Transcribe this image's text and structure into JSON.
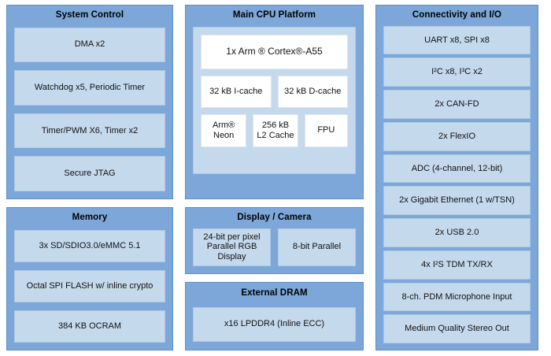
{
  "colors": {
    "panel_blue": "#7DA7D9",
    "cell_blue": "#C5D9ED",
    "cell_white": "#FFFFFF",
    "page_background": "#FFFFFF",
    "text": "#111111"
  },
  "panels": {
    "system_control": {
      "title": "System Control",
      "items": [
        "DMA x2",
        "Watchdog x5, Periodic Timer",
        "Timer/PWM X6, Timer x2",
        "Secure JTAG"
      ]
    },
    "memory": {
      "title": "Memory",
      "items": [
        "3x SD/SDIO3.0/eMMC 5.1",
        "Octal SPI FLASH w/ inline crypto",
        "384 KB OCRAM"
      ]
    },
    "main_cpu": {
      "title": "Main CPU Platform",
      "core": "1x Arm ® Cortex®-A55",
      "caches": [
        "32 kB I-cache",
        "32 kB D-cache"
      ],
      "units": [
        "Arm® Neon",
        "256 kB L2 Cache",
        "FPU"
      ]
    },
    "display_camera": {
      "title": "Display / Camera",
      "items": [
        "24-bit per pixel Parallel RGB Display",
        "8-bit Parallel"
      ]
    },
    "external_dram": {
      "title": "External DRAM",
      "items": [
        "x16 LPDDR4 (Inline ECC)"
      ]
    },
    "connectivity": {
      "title": "Connectivity and I/O",
      "items": [
        "UART x8, SPI x8",
        "I²C x8, I³C x2",
        "2x CAN-FD",
        "2x FlexIO",
        "ADC (4-channel, 12-bit)",
        "2x Gigabit Ethernet (1 w/TSN)",
        "2x USB 2.0",
        "4x I²S TDM TX/RX",
        "8-ch. PDM Microphone Input",
        "Medium Quality Stereo Out"
      ]
    }
  }
}
